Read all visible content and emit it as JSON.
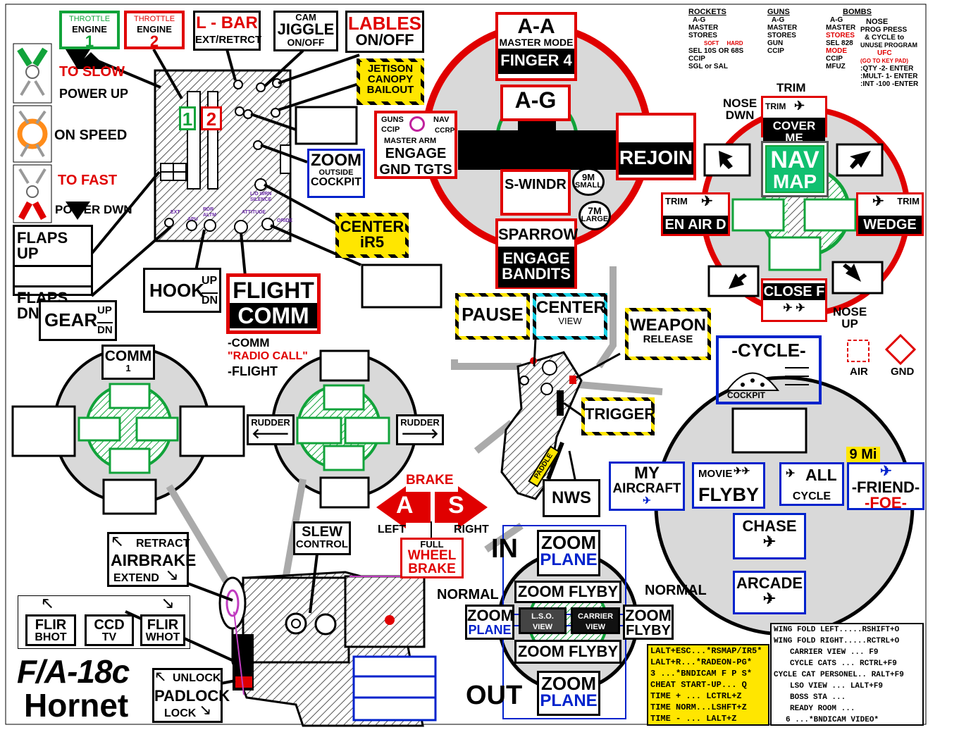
{
  "title": {
    "line1": "F/A-18c",
    "line2": "Hornet"
  },
  "throttle": {
    "engine1": {
      "top": "THROTTLE",
      "mid": "ENGINE",
      "num": "1"
    },
    "engine2": {
      "top": "THROTTLE",
      "mid": "ENGINE",
      "num": "2"
    },
    "tags": {
      "one": "1",
      "two": "2"
    },
    "aoa": {
      "slow": "TO SLOW",
      "power_up": "POWER UP",
      "on_speed": "ON SPEED",
      "fast": "TO FAST",
      "power_dn": "POWER DWN"
    },
    "lbar": {
      "title": "L - BAR",
      "sub": "EXT/RETRCT"
    },
    "cam": {
      "title": "CAM",
      "title2": "JIGGLE",
      "sub": "ON/OFF"
    },
    "labels": {
      "title": "LABLES",
      "sub": "ON/OFF"
    },
    "jettison": {
      "l1": "JETISON",
      "l2": "CANOPY",
      "l3": "BAILOUT"
    },
    "zoom_cockpit": {
      "l1": "ZOOM",
      "l2": "OUTSIDE",
      "l3": "COCKPIT"
    },
    "center_ir": {
      "l1": "CENTER",
      "l2": "iR5"
    },
    "flaps": {
      "up": "FLAPS UP",
      "dn": "FLAPS DN"
    },
    "gear": {
      "label": "GEAR",
      "up": "UP",
      "dn": "DN"
    },
    "hook": {
      "label": "HOOK",
      "up": "UP",
      "dn": "DN"
    },
    "flight_comm": {
      "l1": "FLIGHT",
      "l2": "COMM",
      "n1": "-COMM",
      "n2": "\"RADIO CALL\"",
      "n3": "-FLIGHT"
    },
    "plate_tiny": {
      "a": "L/O WRN SILENCE",
      "b": "EXT",
      "c": "APU",
      "d": "RDR ALTM",
      "e": "ATTITUDE",
      "f": "ORIDE"
    }
  },
  "weapons": {
    "aa": {
      "l1": "A-A",
      "l2": "MASTER MODE",
      "l3": "FINGER 4"
    },
    "ag": {
      "l1": "A-G"
    },
    "gnd": {
      "guns": "GUNS",
      "ccip": "CCIP",
      "nav": "NAV",
      "ccrp": "CCRP",
      "arm": "MASTER ARM",
      "l1": "ENGAGE",
      "l2": "GND TGTS"
    },
    "rejoin": "REJOIN",
    "swindr": "S-WINDR",
    "nine_m": {
      "a": "9M",
      "b": "SMALL"
    },
    "seven_m": {
      "a": "7M",
      "b": "LARGE"
    },
    "sparrow": {
      "l1": "SPARROW",
      "l2": "ENGAGE",
      "l3": "BANDITS"
    }
  },
  "reference": {
    "rockets": {
      "head": "ROCKETS",
      "lines": [
        "A-G",
        "MASTER",
        "STORES"
      ],
      "soft": "SOFT",
      "hard": "HARD",
      "sel": "SEL 10S OR 68S",
      "ccip": "CCIP",
      "sgl": "SGL or SAL"
    },
    "guns": {
      "head": "GUNS",
      "lines": [
        "A-G",
        "MASTER",
        "STORES",
        "GUN",
        "CCIP"
      ]
    },
    "bombs": {
      "head": "BOMBS",
      "lines": [
        "A-G",
        "MASTER"
      ],
      "stores": "STORES",
      "sel": "SEL 828",
      "mode": "MODE",
      "ccip": "CCIP",
      "mfuz": "MFUZ"
    },
    "nose": {
      "l1": "NOSE",
      "l2": "PROG PRESS",
      "l3": "& CYCLE to",
      "l4": "UNUSE PROGRAM",
      "ufc": "UFC",
      "keypad": "(GO TO KEY PAD)",
      "qty": ":QTY -2- ENTER",
      "mult": ":MULT- 1- ENTER",
      "int": ":INT -100 -ENTER"
    }
  },
  "trim": {
    "title": "TRIM",
    "trim_small": "TRIM",
    "cover": "COVER ME",
    "nose_dwn": {
      "a": "NOSE",
      "b": "DWN"
    },
    "nose_up": {
      "a": "NOSE",
      "b": "UP"
    },
    "nav": {
      "l1": "NAV",
      "l2": "MAP"
    },
    "en_air": {
      "trim": "TRIM",
      "label": "EN AIR D"
    },
    "wedge": {
      "trim": "TRIM",
      "label": "WEDGE"
    },
    "close": "CLOSE F",
    "air": "AIR",
    "gnd": "GND"
  },
  "stick": {
    "pause": "PAUSE",
    "center": {
      "l1": "CENTER",
      "l2": "VIEW"
    },
    "weapon": {
      "l1": "WEAPON",
      "l2": "RELEASE"
    },
    "trigger": "TRIGGER",
    "paddle": "PADDLE",
    "nws": "NWS"
  },
  "hat_left": {
    "comm": {
      "l1": "COMM",
      "l2": "1"
    }
  },
  "hat_mid": {
    "rudder_l": "RUDDER",
    "rudder_r": "RUDDER"
  },
  "brake": {
    "title": "BRAKE",
    "a": "A",
    "s": "S",
    "left": "LEFT",
    "right": "RIGHT",
    "full": "FULL",
    "wheel": "WHEEL",
    "brake": "BRAKE"
  },
  "slew": {
    "l1": "SLEW",
    "l2": "CONTROL"
  },
  "airbrake": {
    "retract": "RETRACT",
    "label": "AIRBRAKE",
    "extend": "EXTEND"
  },
  "flir": {
    "flir": {
      "a": "FLIR",
      "b": "BHOT"
    },
    "ccd": {
      "a": "CCD",
      "b": "TV"
    },
    "whot": {
      "a": "FLIR",
      "b": "WHOT"
    }
  },
  "padlock": {
    "unlock": "UNLOCK",
    "label": "PADLOCK",
    "lock": "LOCK"
  },
  "cycle": {
    "title": "-CYCLE-",
    "cockpit": "COCKPIT"
  },
  "views": {
    "my_aircraft": {
      "l1": "MY",
      "l2": "AIRCRAFT"
    },
    "movie": {
      "l1": "MOVIE",
      "l2": "FLYBY"
    },
    "all": {
      "l1": "ALL",
      "l2": "CYCLE"
    },
    "friend": {
      "range": "9 Mi",
      "l1": "-FRIEND-",
      "l2": "-FOE-"
    },
    "chase": "CHASE",
    "arcade": "ARCADE"
  },
  "zoom": {
    "in": "IN",
    "out": "OUT",
    "normal_l": "NORMAL",
    "normal_r": "NORMAL",
    "plane_top": {
      "a": "ZOOM",
      "b": "PLANE"
    },
    "flyby_top": "ZOOM FLYBY",
    "plane_left": {
      "a": "ZOOM",
      "b": "PLANE"
    },
    "lso": {
      "a": "L.S.O.",
      "b": "VIEW"
    },
    "carrier": {
      "a": "CARRIER",
      "b": "VIEW"
    },
    "flyby_right": {
      "a": "ZOOM",
      "b": "FLYBY"
    },
    "flyby_bottom": "ZOOM FLYBY",
    "plane_bottom": {
      "a": "ZOOM",
      "b": "PLANE"
    }
  },
  "keys_left": [
    "LALT+ESC...*RSMAP/IR5*",
    "LALT+R...*RADEON-PG*",
    "3 ...*BNDICAM F P S*",
    "CHEAT START-UP...   Q",
    "TIME + ... LCTRL+Z",
    "TIME NORM...LSHFT+Z",
    "TIME - ... LALT+Z"
  ],
  "keys_right": [
    "WING FOLD LEFT.....RSHIFT+O",
    "WING FOLD RIGHT.....RCTRL+O",
    "CARRIER VIEW ... F9",
    "CYCLE CATS ... RCTRL+F9",
    "CYCLE CAT PERSONEL.. RALT+F9",
    "LSO VIEW ... LALT+F9",
    "BOSS STA ...",
    "READY ROOM ...",
    "6 ...*BNDICAM VIDEO*"
  ],
  "colors": {
    "red": "#e00000",
    "blue": "#0022cc",
    "green": "#11a33a",
    "yellow": "#ffe600",
    "cyan": "#19d4e8",
    "gray": "#d9d9d9"
  }
}
